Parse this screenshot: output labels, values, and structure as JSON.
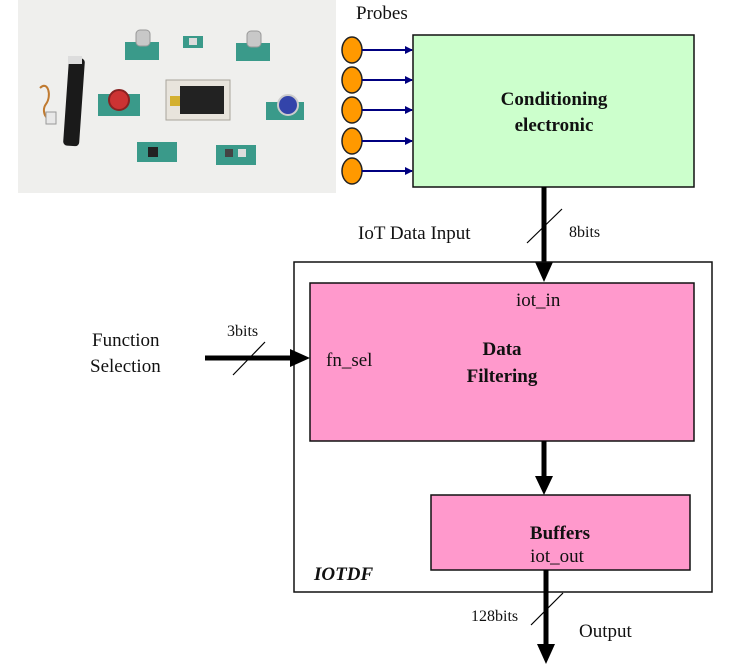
{
  "probes_label": "Probes",
  "conditioning": {
    "line1": "Conditioning",
    "line2": "electronic"
  },
  "iot_input_label": "IoT Data Input",
  "input_bits": "8bits",
  "function_selection": {
    "line1": "Function",
    "line2": "Selection"
  },
  "fn_bits": "3bits",
  "data_filtering": {
    "port_in": "iot_in",
    "port_fn": "fn_sel",
    "line1": "Data",
    "line2": "Filtering"
  },
  "buffers": {
    "title": "Buffers",
    "port_out": "iot_out"
  },
  "iotdf_label": "IOTDF",
  "output_bits": "128bits",
  "output_label": "Output",
  "colors": {
    "probe_fill": "#ff9900",
    "conditioning_fill": "#ccffcc",
    "filter_fill": "#ff99cc",
    "arrow_blue": "#000080"
  }
}
